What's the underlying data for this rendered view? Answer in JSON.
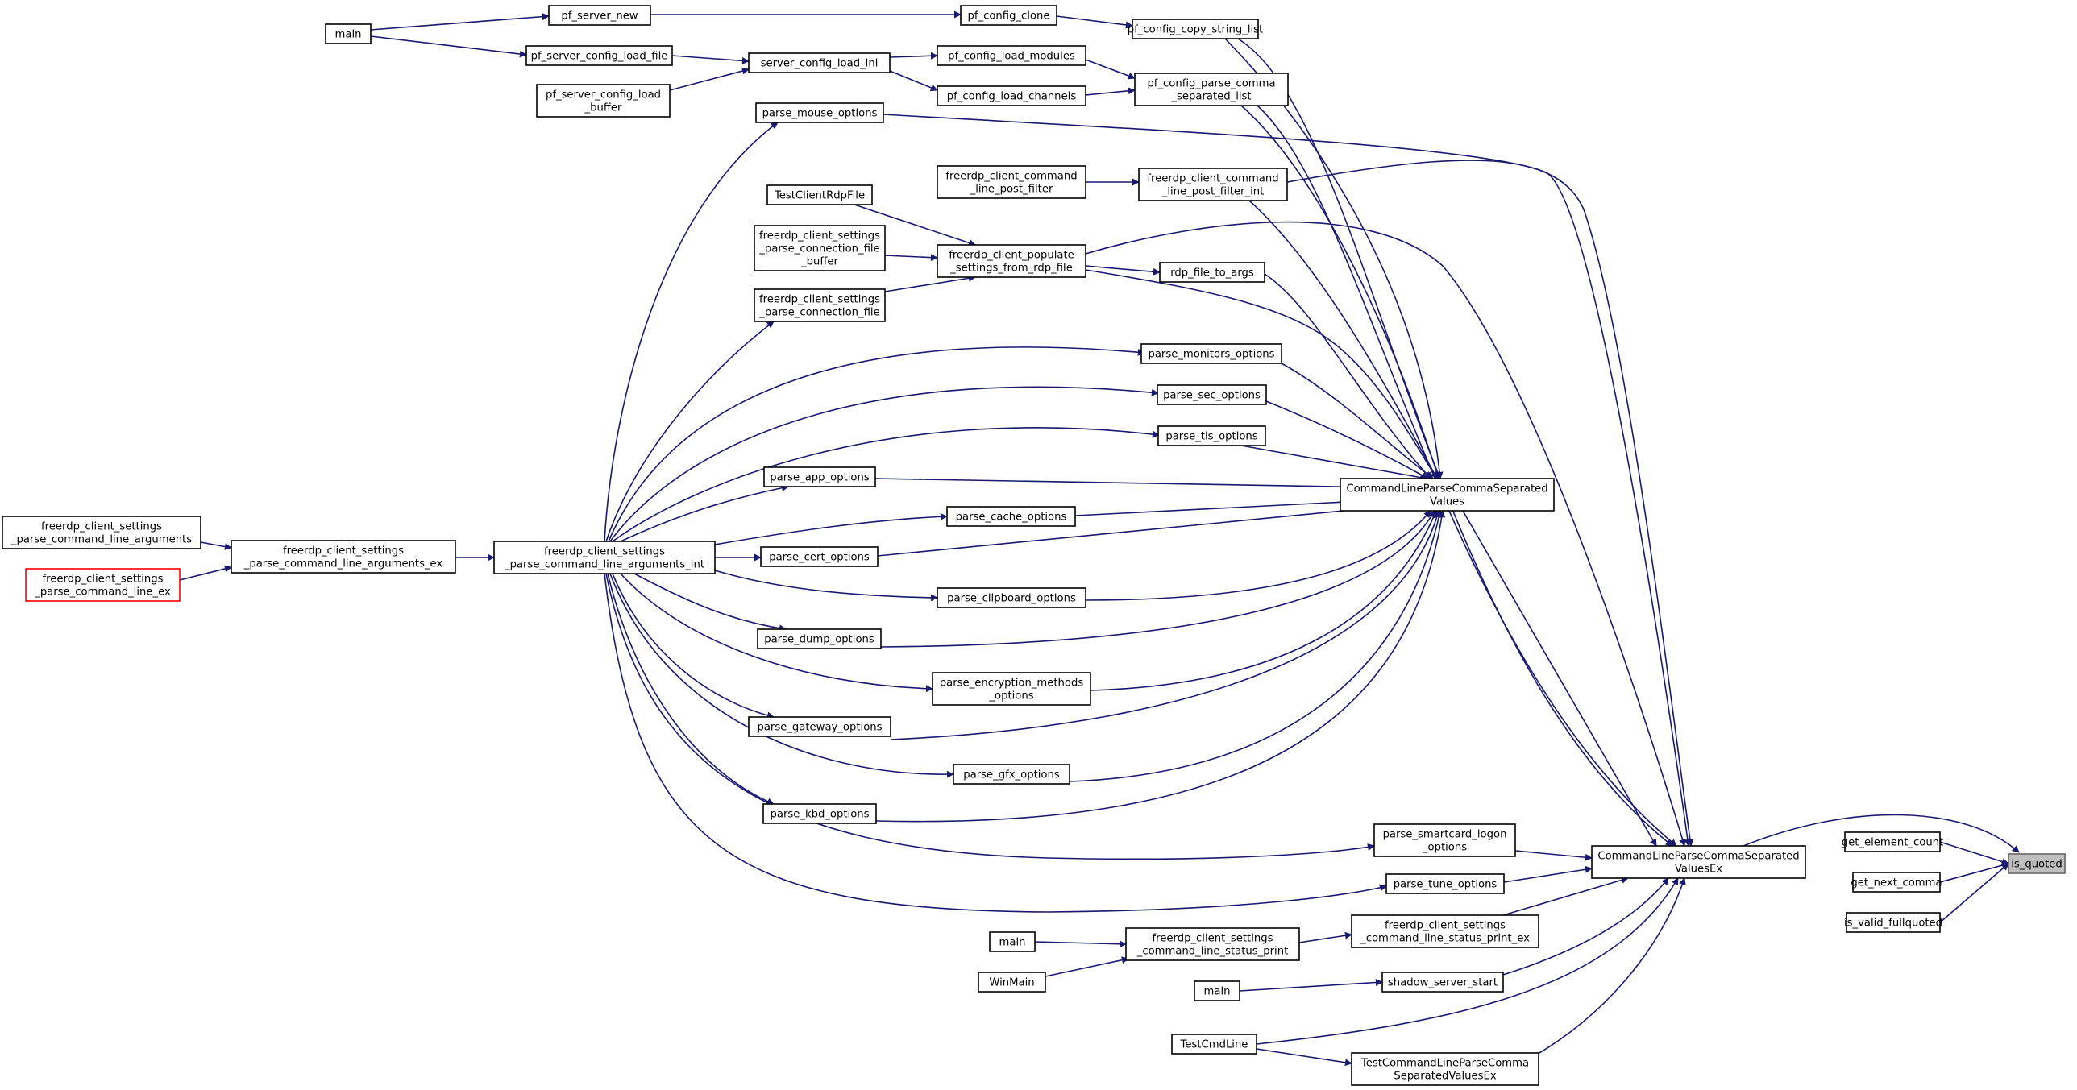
{
  "graph": {
    "edge_color": "#191970",
    "target_fill": "#bfbfbf",
    "truncated_border": "#ff0000",
    "nodes": [
      {
        "id": "is_quoted",
        "lines": [
          "is_quoted"
        ],
        "role": "target"
      },
      {
        "id": "CommandLineParseCommaSeparatedValuesEx",
        "lines": [
          "CommandLineParseCommaSeparated",
          "ValuesEx"
        ]
      },
      {
        "id": "get_element_count",
        "lines": [
          "get_element_count"
        ]
      },
      {
        "id": "get_next_comma",
        "lines": [
          "get_next_comma"
        ]
      },
      {
        "id": "is_valid_fullquoted",
        "lines": [
          "is_valid_fullquoted"
        ]
      },
      {
        "id": "CommandLineParseCommaSeparatedValues",
        "lines": [
          "CommandLineParseCommaSeparated",
          "Values"
        ]
      },
      {
        "id": "pf_config_copy_string_list",
        "lines": [
          "pf_config_copy_string_list"
        ]
      },
      {
        "id": "pf_config_parse_comma_separated_list",
        "lines": [
          "pf_config_parse_comma",
          "_separated_list"
        ]
      },
      {
        "id": "freerdp_client_command_line_post_filter_int",
        "lines": [
          "freerdp_client_command",
          "_line_post_filter_int"
        ]
      },
      {
        "id": "rdp_file_to_args",
        "lines": [
          "rdp_file_to_args"
        ]
      },
      {
        "id": "parse_monitors_options",
        "lines": [
          "parse_monitors_options"
        ]
      },
      {
        "id": "parse_sec_options",
        "lines": [
          "parse_sec_options"
        ]
      },
      {
        "id": "parse_tls_options",
        "lines": [
          "parse_tls_options"
        ]
      },
      {
        "id": "parse_smartcard_logon_options",
        "lines": [
          "parse_smartcard_logon",
          "_options"
        ]
      },
      {
        "id": "parse_tune_options",
        "lines": [
          "parse_tune_options"
        ]
      },
      {
        "id": "freerdp_client_settings_command_line_status_print_ex",
        "lines": [
          "freerdp_client_settings",
          "_command_line_status_print_ex"
        ]
      },
      {
        "id": "shadow_server_start",
        "lines": [
          "shadow_server_start"
        ]
      },
      {
        "id": "TestCommandLineParseCommaSeparatedValuesEx",
        "lines": [
          "TestCommandLineParseComma",
          "SeparatedValuesEx"
        ]
      },
      {
        "id": "TestCmdLine",
        "lines": [
          "TestCmdLine"
        ]
      },
      {
        "id": "pf_config_clone",
        "lines": [
          "pf_config_clone"
        ]
      },
      {
        "id": "pf_config_load_modules",
        "lines": [
          "pf_config_load_modules"
        ]
      },
      {
        "id": "pf_config_load_channels",
        "lines": [
          "pf_config_load_channels"
        ]
      },
      {
        "id": "freerdp_client_command_line_post_filter",
        "lines": [
          "freerdp_client_command",
          "_line_post_filter"
        ]
      },
      {
        "id": "freerdp_client_populate_settings_from_rdp_file",
        "lines": [
          "freerdp_client_populate",
          "_settings_from_rdp_file"
        ]
      },
      {
        "id": "parse_app_options",
        "lines": [
          "parse_app_options"
        ]
      },
      {
        "id": "parse_cache_options",
        "lines": [
          "parse_cache_options"
        ]
      },
      {
        "id": "parse_cert_options",
        "lines": [
          "parse_cert_options"
        ]
      },
      {
        "id": "parse_clipboard_options",
        "lines": [
          "parse_clipboard_options"
        ]
      },
      {
        "id": "parse_dump_options",
        "lines": [
          "parse_dump_options"
        ]
      },
      {
        "id": "parse_encryption_methods_options",
        "lines": [
          "parse_encryption_methods",
          "_options"
        ]
      },
      {
        "id": "parse_gateway_options",
        "lines": [
          "parse_gateway_options"
        ]
      },
      {
        "id": "parse_gfx_options",
        "lines": [
          "parse_gfx_options"
        ]
      },
      {
        "id": "parse_kbd_options",
        "lines": [
          "parse_kbd_options"
        ]
      },
      {
        "id": "parse_mouse_options",
        "lines": [
          "parse_mouse_options"
        ]
      },
      {
        "id": "freerdp_client_settings_command_line_status_print",
        "lines": [
          "freerdp_client_settings",
          "_command_line_status_print"
        ]
      },
      {
        "id": "main_shadow",
        "lines": [
          "main"
        ]
      },
      {
        "id": "pf_server_new",
        "lines": [
          "pf_server_new"
        ]
      },
      {
        "id": "server_config_load_ini",
        "lines": [
          "server_config_load_ini"
        ]
      },
      {
        "id": "TestClientRdpFile",
        "lines": [
          "TestClientRdpFile"
        ]
      },
      {
        "id": "freerdp_client_settings_parse_connection_file_buffer",
        "lines": [
          "freerdp_client_settings",
          "_parse_connection_file",
          "_buffer"
        ]
      },
      {
        "id": "freerdp_client_settings_parse_connection_file",
        "lines": [
          "freerdp_client_settings",
          "_parse_connection_file"
        ]
      },
      {
        "id": "freerdp_client_settings_parse_command_line_arguments_int",
        "lines": [
          "freerdp_client_settings",
          "_parse_command_line_arguments_int"
        ]
      },
      {
        "id": "main_status",
        "lines": [
          "main"
        ]
      },
      {
        "id": "WinMain",
        "lines": [
          "WinMain"
        ]
      },
      {
        "id": "main_pf",
        "lines": [
          "main"
        ]
      },
      {
        "id": "pf_server_config_load_file",
        "lines": [
          "pf_server_config_load_file"
        ]
      },
      {
        "id": "pf_server_config_load_buffer",
        "lines": [
          "pf_server_config_load",
          "_buffer"
        ]
      },
      {
        "id": "freerdp_client_settings_parse_command_line_arguments_ex",
        "lines": [
          "freerdp_client_settings",
          "_parse_command_line_arguments_ex"
        ]
      },
      {
        "id": "freerdp_client_settings_parse_command_line_arguments",
        "lines": [
          "freerdp_client_settings",
          "_parse_command_line_arguments"
        ]
      },
      {
        "id": "freerdp_client_settings_parse_command_line_ex",
        "lines": [
          "freerdp_client_settings",
          "_parse_command_line_ex"
        ],
        "role": "truncated"
      }
    ],
    "edges": [
      {
        "from": "CommandLineParseCommaSeparatedValuesEx",
        "to": "is_quoted"
      },
      {
        "from": "get_element_count",
        "to": "is_quoted"
      },
      {
        "from": "get_next_comma",
        "to": "is_quoted"
      },
      {
        "from": "is_valid_fullquoted",
        "to": "is_quoted"
      },
      {
        "from": "CommandLineParseCommaSeparatedValues",
        "to": "CommandLineParseCommaSeparatedValuesEx"
      },
      {
        "from": "pf_config_copy_string_list",
        "to": "CommandLineParseCommaSeparatedValuesEx"
      },
      {
        "from": "pf_config_parse_comma_separated_list",
        "to": "CommandLineParseCommaSeparatedValuesEx"
      },
      {
        "from": "parse_mouse_options",
        "to": "CommandLineParseCommaSeparatedValuesEx"
      },
      {
        "from": "freerdp_client_command_line_post_filter_int",
        "to": "CommandLineParseCommaSeparatedValuesEx"
      },
      {
        "from": "freerdp_client_populate_settings_from_rdp_file",
        "to": "CommandLineParseCommaSeparatedValuesEx"
      },
      {
        "from": "parse_smartcard_logon_options",
        "to": "CommandLineParseCommaSeparatedValuesEx"
      },
      {
        "from": "parse_tune_options",
        "to": "CommandLineParseCommaSeparatedValuesEx"
      },
      {
        "from": "freerdp_client_settings_command_line_status_print_ex",
        "to": "CommandLineParseCommaSeparatedValuesEx"
      },
      {
        "from": "shadow_server_start",
        "to": "CommandLineParseCommaSeparatedValuesEx"
      },
      {
        "from": "TestCommandLineParseCommaSeparatedValuesEx",
        "to": "CommandLineParseCommaSeparatedValuesEx"
      },
      {
        "from": "TestCmdLine",
        "to": "CommandLineParseCommaSeparatedValuesEx"
      },
      {
        "from": "rdp_file_to_args",
        "to": "CommandLineParseCommaSeparatedValues"
      },
      {
        "from": "parse_monitors_options",
        "to": "CommandLineParseCommaSeparatedValues"
      },
      {
        "from": "parse_sec_options",
        "to": "CommandLineParseCommaSeparatedValues"
      },
      {
        "from": "parse_tls_options",
        "to": "CommandLineParseCommaSeparatedValues"
      },
      {
        "from": "parse_app_options",
        "to": "CommandLineParseCommaSeparatedValues"
      },
      {
        "from": "parse_cache_options",
        "to": "CommandLineParseCommaSeparatedValues"
      },
      {
        "from": "parse_cert_options",
        "to": "CommandLineParseCommaSeparatedValues"
      },
      {
        "from": "parse_clipboard_options",
        "to": "CommandLineParseCommaSeparatedValues"
      },
      {
        "from": "parse_dump_options",
        "to": "CommandLineParseCommaSeparatedValues"
      },
      {
        "from": "parse_encryption_methods_options",
        "to": "CommandLineParseCommaSeparatedValues"
      },
      {
        "from": "parse_gateway_options",
        "to": "CommandLineParseCommaSeparatedValues"
      },
      {
        "from": "parse_gfx_options",
        "to": "CommandLineParseCommaSeparatedValues"
      },
      {
        "from": "parse_kbd_options",
        "to": "CommandLineParseCommaSeparatedValues"
      },
      {
        "from": "freerdp_client_populate_settings_from_rdp_file",
        "to": "CommandLineParseCommaSeparatedValues"
      },
      {
        "from": "freerdp_client_command_line_post_filter_int",
        "to": "CommandLineParseCommaSeparatedValues"
      },
      {
        "from": "pf_config_parse_comma_separated_list",
        "to": "CommandLineParseCommaSeparatedValues"
      },
      {
        "from": "pf_config_copy_string_list",
        "to": "CommandLineParseCommaSeparatedValues"
      },
      {
        "from": "pf_config_clone",
        "to": "pf_config_copy_string_list"
      },
      {
        "from": "pf_config_load_modules",
        "to": "pf_config_parse_comma_separated_list"
      },
      {
        "from": "pf_config_load_channels",
        "to": "pf_config_parse_comma_separated_list"
      },
      {
        "from": "freerdp_client_command_line_post_filter",
        "to": "freerdp_client_command_line_post_filter_int"
      },
      {
        "from": "freerdp_client_populate_settings_from_rdp_file",
        "to": "rdp_file_to_args"
      },
      {
        "from": "freerdp_client_settings_command_line_status_print",
        "to": "freerdp_client_settings_command_line_status_print_ex"
      },
      {
        "from": "main_shadow",
        "to": "shadow_server_start"
      },
      {
        "from": "TestCmdLine",
        "to": "TestCommandLineParseCommaSeparatedValuesEx"
      },
      {
        "from": "pf_server_new",
        "to": "pf_config_clone"
      },
      {
        "from": "server_config_load_ini",
        "to": "pf_config_load_modules"
      },
      {
        "from": "server_config_load_ini",
        "to": "pf_config_load_channels"
      },
      {
        "from": "TestClientRdpFile",
        "to": "freerdp_client_populate_settings_from_rdp_file"
      },
      {
        "from": "freerdp_client_settings_parse_connection_file_buffer",
        "to": "freerdp_client_populate_settings_from_rdp_file"
      },
      {
        "from": "freerdp_client_settings_parse_connection_file",
        "to": "freerdp_client_populate_settings_from_rdp_file"
      },
      {
        "from": "freerdp_client_settings_parse_command_line_arguments_int",
        "to": "parse_mouse_options"
      },
      {
        "from": "freerdp_client_settings_parse_command_line_arguments_int",
        "to": "freerdp_client_settings_parse_connection_file"
      },
      {
        "from": "freerdp_client_settings_parse_command_line_arguments_int",
        "to": "parse_monitors_options"
      },
      {
        "from": "freerdp_client_settings_parse_command_line_arguments_int",
        "to": "parse_sec_options"
      },
      {
        "from": "freerdp_client_settings_parse_command_line_arguments_int",
        "to": "parse_tls_options"
      },
      {
        "from": "freerdp_client_settings_parse_command_line_arguments_int",
        "to": "parse_app_options"
      },
      {
        "from": "freerdp_client_settings_parse_command_line_arguments_int",
        "to": "parse_cache_options"
      },
      {
        "from": "freerdp_client_settings_parse_command_line_arguments_int",
        "to": "parse_cert_options"
      },
      {
        "from": "freerdp_client_settings_parse_command_line_arguments_int",
        "to": "parse_clipboard_options"
      },
      {
        "from": "freerdp_client_settings_parse_command_line_arguments_int",
        "to": "parse_dump_options"
      },
      {
        "from": "freerdp_client_settings_parse_command_line_arguments_int",
        "to": "parse_encryption_methods_options"
      },
      {
        "from": "freerdp_client_settings_parse_command_line_arguments_int",
        "to": "parse_gateway_options"
      },
      {
        "from": "freerdp_client_settings_parse_command_line_arguments_int",
        "to": "parse_gfx_options"
      },
      {
        "from": "freerdp_client_settings_parse_command_line_arguments_int",
        "to": "parse_kbd_options"
      },
      {
        "from": "freerdp_client_settings_parse_command_line_arguments_int",
        "to": "parse_smartcard_logon_options"
      },
      {
        "from": "freerdp_client_settings_parse_command_line_arguments_int",
        "to": "parse_tune_options"
      },
      {
        "from": "main_status",
        "to": "freerdp_client_settings_command_line_status_print"
      },
      {
        "from": "WinMain",
        "to": "freerdp_client_settings_command_line_status_print"
      },
      {
        "from": "main_pf",
        "to": "pf_server_new"
      },
      {
        "from": "main_pf",
        "to": "pf_server_config_load_file"
      },
      {
        "from": "pf_server_config_load_file",
        "to": "server_config_load_ini"
      },
      {
        "from": "pf_server_config_load_buffer",
        "to": "server_config_load_ini"
      },
      {
        "from": "freerdp_client_settings_parse_command_line_arguments_ex",
        "to": "freerdp_client_settings_parse_command_line_arguments_int"
      },
      {
        "from": "freerdp_client_settings_parse_command_line_arguments",
        "to": "freerdp_client_settings_parse_command_line_arguments_ex"
      },
      {
        "from": "freerdp_client_settings_parse_command_line_ex",
        "to": "freerdp_client_settings_parse_command_line_arguments_ex"
      }
    ]
  }
}
